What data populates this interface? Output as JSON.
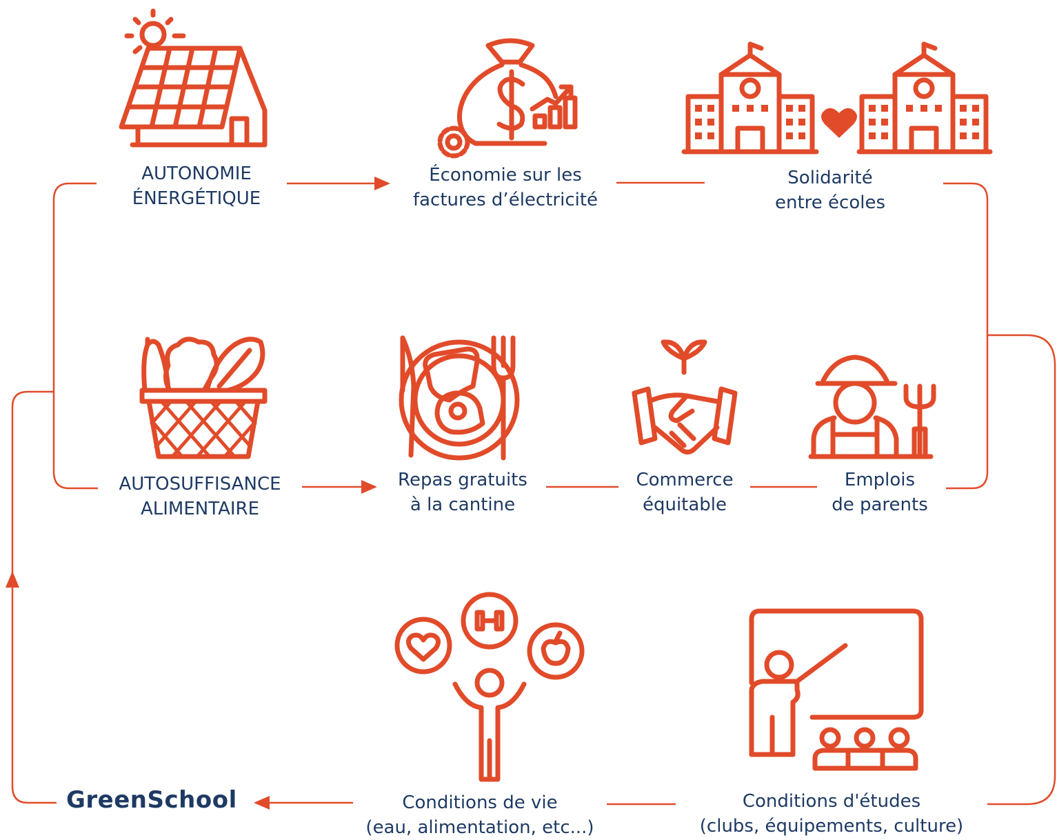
{
  "accent_color": "#e14b2a",
  "text_color": "#1e3a63",
  "brand": "GreenSchool",
  "nodes": {
    "autonomie": {
      "line1": "AUTONOMIE",
      "line2": "ÉNERGÉTIQUE",
      "icon": "solar-house-icon"
    },
    "economie": {
      "line1": "Économie sur les",
      "line2": "factures d’électricité",
      "icon": "money-bag-icon"
    },
    "solidarite": {
      "line1": "Solidarité",
      "line2": "entre écoles",
      "icon": "schools-handshake-icon"
    },
    "autosuffisance": {
      "line1": "AUTOSUFFISANCE",
      "line2": "ALIMENTAIRE",
      "icon": "vegetable-basket-icon"
    },
    "repas": {
      "line1": "Repas gratuits",
      "line2": "à la cantine",
      "icon": "meal-plate-icon"
    },
    "commerce": {
      "line1": "Commerce",
      "line2": "équitable",
      "icon": "handshake-sprout-icon"
    },
    "emplois": {
      "line1": "Emplois",
      "line2": "de parents",
      "icon": "farmer-icon"
    },
    "vie": {
      "line1": "Conditions de vie",
      "line2": "(eau, alimentation, etc...)",
      "icon": "wellbeing-person-icon"
    },
    "etudes": {
      "line1": "Conditions d'études",
      "line2": "(clubs, équipements, culture)",
      "icon": "teacher-board-icon"
    }
  }
}
